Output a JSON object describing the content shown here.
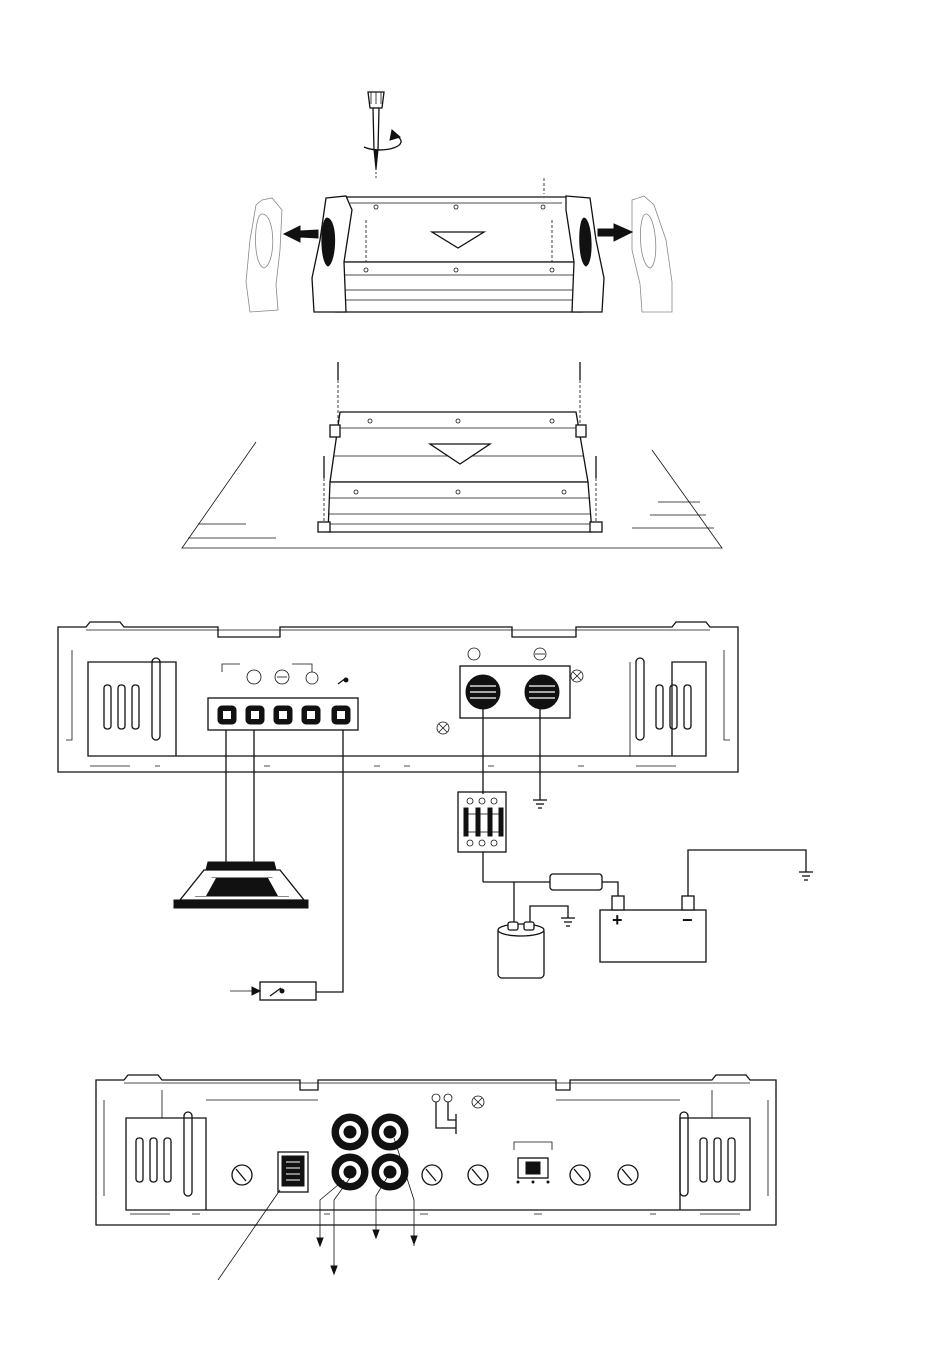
{
  "figures": [
    {
      "id": "bracket-removal",
      "description_name": "amplifier-with-side-brackets"
    },
    {
      "id": "floor-mounting",
      "description_name": "amplifier-screwed-to-floor"
    },
    {
      "id": "power-panel-wiring",
      "description_name": "power-panel-speaker-battery-wiring"
    },
    {
      "id": "input-panel",
      "description_name": "input-control-panel"
    }
  ],
  "symbols": {
    "battery_plus": "+",
    "battery_minus": "−"
  },
  "icons": [
    "screwdriver-icon",
    "rotate-arrow-icon",
    "left-arrow-icon",
    "right-arrow-icon",
    "ground-icon",
    "switch-icon",
    "fuse-icon",
    "capacitor-icon",
    "battery-icon",
    "speaker-icon",
    "rca-jack-icon",
    "knob-icon"
  ],
  "colors": {
    "line": "#111111",
    "bracket": "#888888",
    "background": "#ffffff"
  }
}
